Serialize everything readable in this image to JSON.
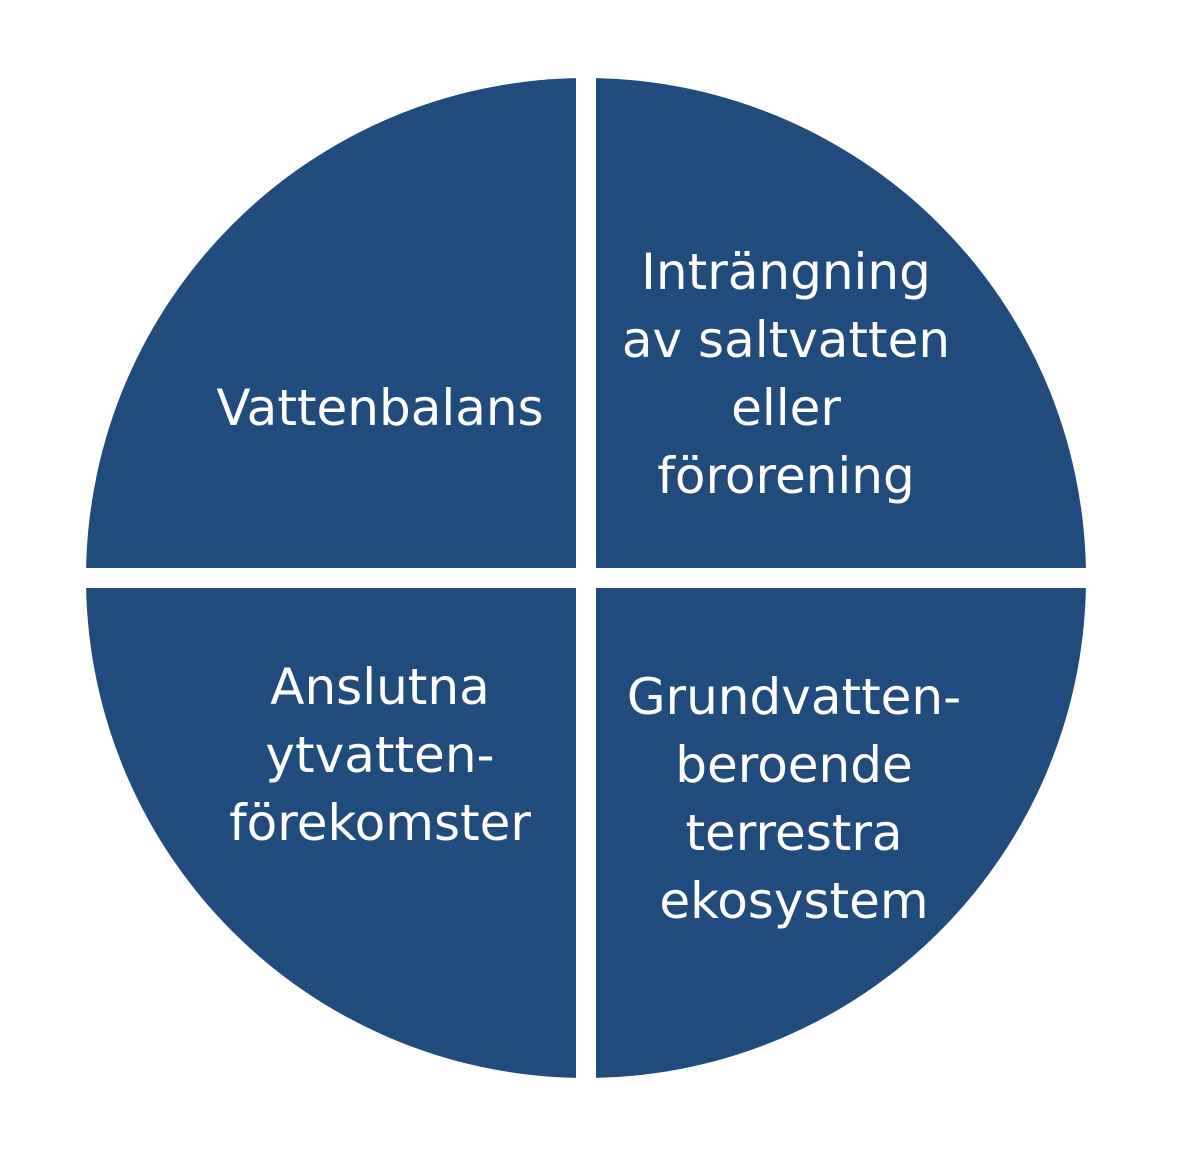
{
  "colors": {
    "background": "#ffffff",
    "quadrant_fill": "#214a7d",
    "separator": "#e9eef2",
    "label_text": "#ffffff"
  },
  "quadrants": [
    {
      "id": "top-left",
      "lines": [
        "Vattenbalans"
      ]
    },
    {
      "id": "top-right",
      "lines": [
        "Inträngning",
        "av saltvatten",
        "eller",
        "förorening"
      ]
    },
    {
      "id": "bottom-left",
      "lines": [
        "Anslutna",
        "ytvatten-",
        "förekomster"
      ]
    },
    {
      "id": "bottom-right",
      "lines": [
        "Grundvatten-",
        "beroende",
        "terrestra",
        "ekosystem"
      ]
    }
  ]
}
